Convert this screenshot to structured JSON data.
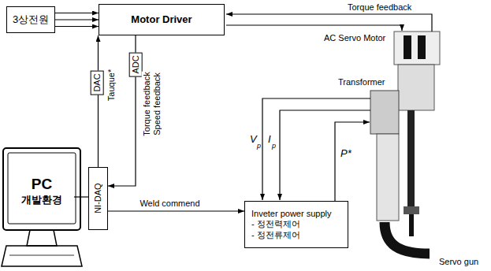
{
  "diagram": {
    "nodes": [
      {
        "text": [
          "3상전원"
        ]
      },
      {
        "text": [
          "Motor Driver"
        ]
      },
      {
        "text": [
          "PC",
          "개발환경"
        ]
      },
      {
        "text": [
          "NI-DAQ"
        ]
      },
      {
        "text": [
          "Inveter power supply",
          "- 정전력제어",
          "- 정전류제어"
        ]
      }
    ],
    "edges": [
      {
        "from": 0,
        "to": 1,
        "arrow": "to"
      },
      {
        "from": 0,
        "to": 1,
        "arrow": "to"
      },
      {
        "from": 0,
        "to": 1,
        "arrow": "to"
      },
      {
        "from": 3,
        "to": 1,
        "arrow": "to"
      },
      {
        "from": 1,
        "to": 3,
        "arrow": "to"
      },
      {
        "from": 3,
        "to": 4,
        "label": "Weld commend",
        "arrow": "to"
      },
      {
        "from": 2,
        "to": 3,
        "arrow": "none"
      }
    ],
    "labels": [
      "Torque feedback",
      "AC Servo Motor",
      "Transformer",
      "DAC",
      "Tauque*",
      "ADC",
      "Torque feedback",
      "Speed feedback",
      "V",
      "p",
      "I",
      "p",
      "P*",
      "Servo gun"
    ]
  }
}
